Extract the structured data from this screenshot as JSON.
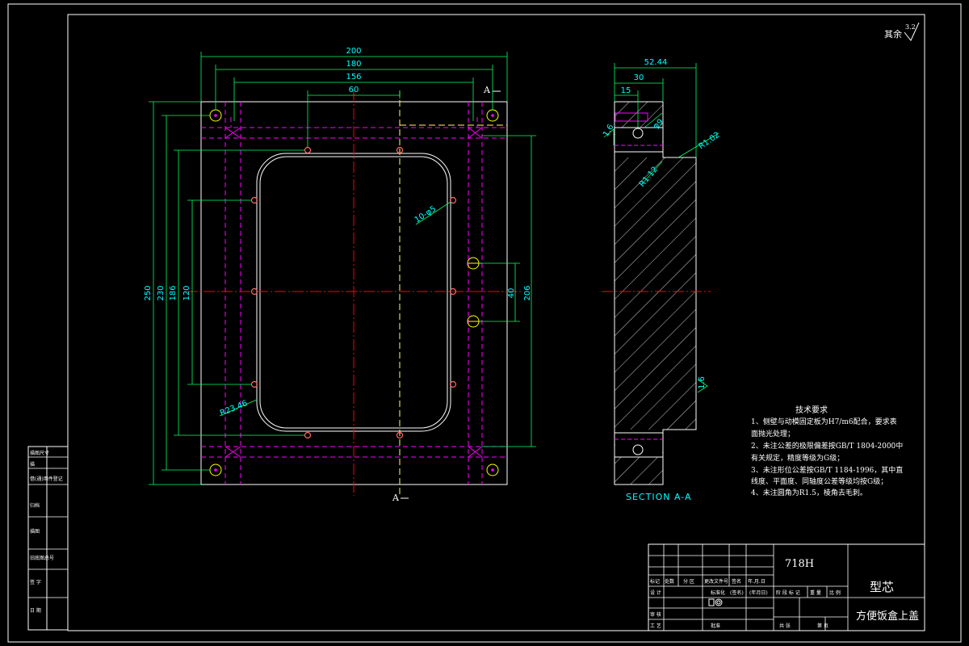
{
  "drawing": {
    "surface_roughness": {
      "prefix": "其余",
      "value": "3.2"
    },
    "plan_dims": {
      "d200": "200",
      "d180": "180",
      "d156": "156",
      "d60": "60",
      "d250": "250",
      "d230": "230",
      "d186": "186",
      "d120": "120",
      "d206": "206",
      "d40": "40",
      "holes": "10-φ5",
      "corner_radius": "R23.46"
    },
    "section_marker": "A",
    "section_dims": {
      "d52": "52.44",
      "d30": "30",
      "d15": "15",
      "phi9": "φ9",
      "r102": "R1.02",
      "r112": "R1.12",
      "rough1": "1.6",
      "rough2": "1.6"
    },
    "section_label": "SECTION A-A",
    "tech_requirements": {
      "heading": "技术要求",
      "lines": [
        "1、侧壁与动模固定板为H7/m6配合，要求表",
        "   面抛光处理；",
        "2、未注公差的极限偏差按GB/T 1804-2000中",
        "   有关规定，精度等级为G级；",
        "3、未注形位公差按GB/T 1184-1996，其中直",
        "   线度、平面度、同轴度公差等级均按G级；",
        "4、未注圆角为R1.5，棱角去毛刺。"
      ]
    },
    "side_stamp": {
      "rows": [
        "描图尺寸",
        "描",
        "借(通)用件登记",
        "归档",
        "描图",
        "旧底图总号",
        "签 字",
        "日 期"
      ]
    },
    "title_block": {
      "material": "718H",
      "part_name": "型芯",
      "drawing_title": "方便饭盒上盖",
      "header_cols": [
        "标记",
        "处数",
        "分 区",
        "更改文件号",
        "签名",
        "年.月.日"
      ],
      "rows": [
        "设 计",
        "审 核",
        "工 艺"
      ],
      "std_label": "标准化",
      "sign_label": "(签名)",
      "date_label": "(年月日)",
      "approve_label": "批准",
      "stage_cols": [
        "阶 段 标 记",
        "重 量",
        "比 例"
      ],
      "sheet_cols": [
        "共 张",
        "第 页"
      ]
    },
    "colors": {
      "background": "#000000",
      "outline": "#ffffff",
      "dimension": "#00ff66",
      "dimension_text": "#00ffff",
      "hidden": "#ff00ff",
      "center": "#ff0000",
      "cutting": "#ffff00"
    }
  }
}
